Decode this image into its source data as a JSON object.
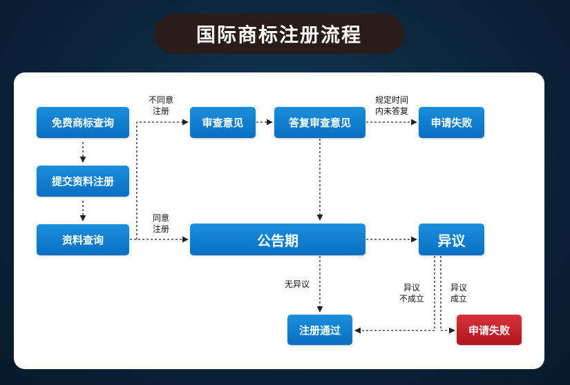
{
  "title": "国际商标注册流程",
  "nodes": {
    "free_search": "免费商标查询",
    "submit_docs": "提交资料注册",
    "doc_review": "资料查询",
    "examination": "审查意见",
    "reply": "答复审查意见",
    "fail_top": "申请失败",
    "publication": "公告期",
    "opposition": "异议",
    "registered": "注册通过",
    "fail_bottom": "申请失败"
  },
  "labels": {
    "not_agree_1": "不同意",
    "not_agree_2": "注册",
    "agree_1": "同意",
    "agree_2": "注册",
    "timeout_1": "规定时间",
    "timeout_2": "内未答复",
    "no_opposition": "无异议",
    "opp_fail_1": "异议",
    "opp_fail_2": "不成立",
    "opp_ok_1": "异议",
    "opp_ok_2": "成立"
  },
  "colors": {
    "node_blue": "#0a7ccc",
    "node_red": "#c0242b",
    "title_bg": "#2a1c19"
  }
}
